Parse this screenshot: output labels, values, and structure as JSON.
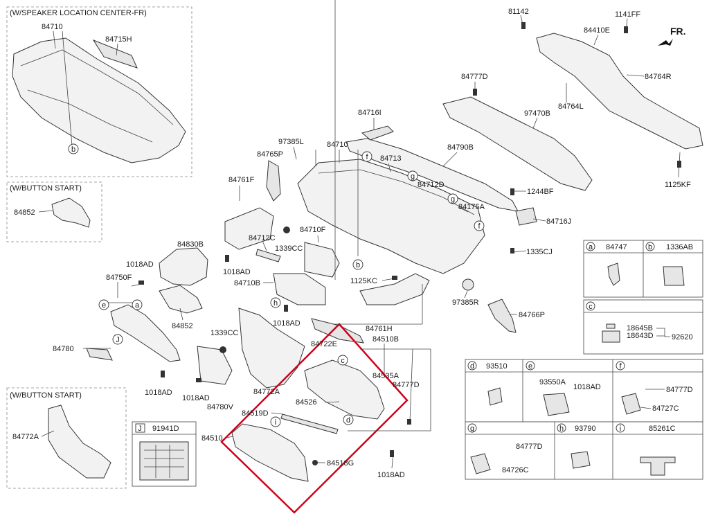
{
  "panels": {
    "speaker": "(W/SPEAKER LOCATION CENTER-FR)",
    "button_start_top": "(W/BUTTON START)",
    "button_start_bottom": "(W/BUTTON START)"
  },
  "fr": "FR.",
  "labels": {
    "l84710_inset": "84710",
    "l84715H": "84715H",
    "l84852_inset": "84852",
    "l84772A_inset": "84772A",
    "l81142": "81142",
    "l1141FF": "1141FF",
    "l84410E": "84410E",
    "l84764R": "84764R",
    "l84777D_top": "84777D",
    "l84764L": "84764L",
    "l97470B": "97470B",
    "l84716I": "84716I",
    "l1125KF": "1125KF",
    "l84790B": "84790B",
    "l97385L": "97385L",
    "l84710": "84710",
    "l84765P": "84765P",
    "l84713": "84713",
    "l84712D": "84712D",
    "l1244BF": "1244BF",
    "l84175A": "84175A",
    "l84716J": "84716J",
    "l84761F": "84761F",
    "l84710F": "84710F",
    "l84712C": "84712C",
    "l1339CC_a": "1339CC",
    "l1335CJ": "1335CJ",
    "l84830B": "84830B",
    "l1018AD_a": "1018AD",
    "l84710B": "84710B",
    "l1125KC": "1125KC",
    "l97385R": "97385R",
    "l1018AD_b": "1018AD",
    "l84750F": "84750F",
    "l1018AD_c": "1018AD",
    "l84766P": "84766P",
    "l84852": "84852",
    "l84761H": "84761H",
    "l1339CC_b": "1339CC",
    "l84510B": "84510B",
    "l84722E": "84722E",
    "l84780": "84780",
    "l84535A": "84535A",
    "l84777D_mid": "84777D",
    "l84772A": "84772A",
    "l1018AD_d": "1018AD",
    "l1018AD_e": "1018AD",
    "l84780V": "84780V",
    "l84526": "84526",
    "l84519D": "84519D",
    "l84510": "84510",
    "l84518G": "84518G",
    "l1018AD_f": "1018AD"
  },
  "callouts": {
    "b_inset": "b",
    "f1": "f",
    "g1": "g",
    "g2": "g",
    "f2": "f",
    "b_main": "b",
    "h": "h",
    "e": "e",
    "a": "a",
    "c": "c",
    "d": "d",
    "i": "i",
    "J": "J"
  },
  "legend": {
    "a": {
      "key": "a",
      "part": "84747"
    },
    "b": {
      "key": "b",
      "part": "1336AB"
    },
    "c": {
      "key": "c",
      "parts": [
        "18645B",
        "18643D",
        "92620"
      ]
    },
    "d": {
      "key": "d",
      "part": "93510"
    },
    "e": {
      "key": "e",
      "parts": [
        "93550A",
        "1018AD"
      ]
    },
    "f": {
      "key": "f",
      "parts": [
        "84777D",
        "84727C"
      ]
    },
    "g": {
      "key": "g",
      "parts": [
        "84777D",
        "84726C"
      ]
    },
    "h": {
      "key": "h",
      "part": "93790"
    },
    "i": {
      "key": "i",
      "part": "85261C"
    },
    "J": {
      "key": "J",
      "part": "91941D"
    }
  },
  "highlight_color": "#d0021b"
}
